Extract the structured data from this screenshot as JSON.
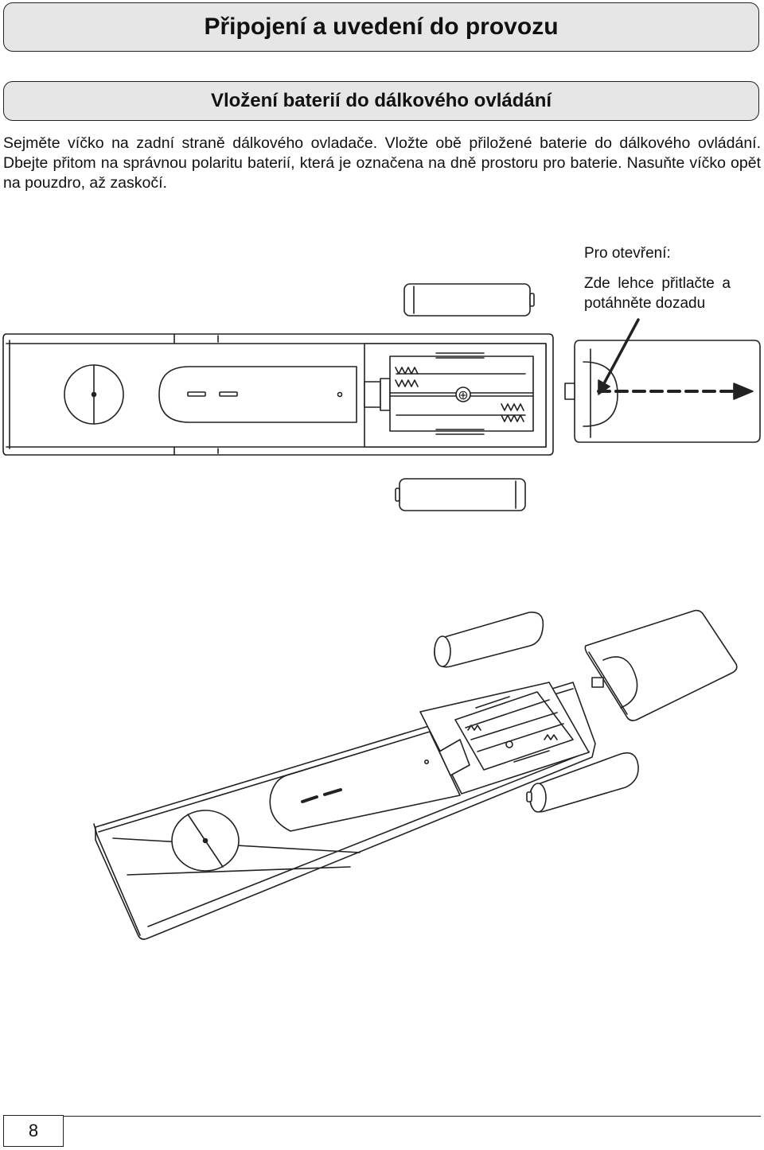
{
  "header": {
    "title": "Připojení a uvedení do provozu",
    "subtitle": "Vložení baterií do dálkového ovládání"
  },
  "instructions": "Sejměte víčko na zadní straně dálkového ovladače. Vložte obě přiložené baterie do dálkového ovládání. Dbejte přitom na správnou polaritu baterií, která je označena na dně prostoru pro baterie. Nasuňte víčko opět na pouzdro, až zaskočí.",
  "hint": {
    "title": "Pro otevření:",
    "text": "Zde lehce přitlačte a potáhněte dozadu"
  },
  "figure": {
    "top_view_icon": "remote-control-back-open-icon",
    "perspective_view_icon": "remote-control-perspective-icon",
    "polarity_symbol": "⊕"
  },
  "footer": {
    "page_number": "8"
  }
}
